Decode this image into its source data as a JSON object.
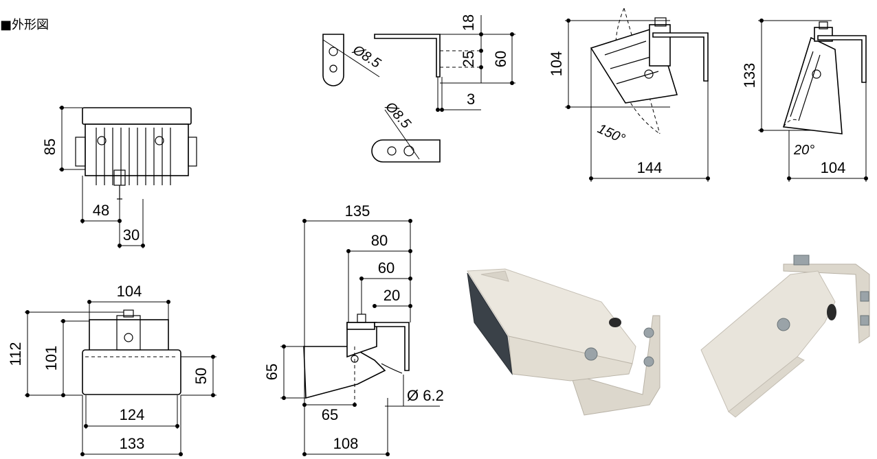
{
  "title": "■外形図",
  "dims": {
    "front_h": "85",
    "front_w1": "48",
    "front_w2": "30",
    "bracket_d1": "Ø8.5",
    "bracket_18": "18",
    "bracket_25": "25",
    "bracket_60": "60",
    "bracket_3": "3",
    "bracket_d2": "Ø8.5",
    "tilt_104": "104",
    "tilt_150": "150°",
    "tilt_144": "144",
    "tilt2_133": "133",
    "tilt2_20": "20°",
    "tilt2_104": "104",
    "top_104": "104",
    "top_112": "112",
    "top_101": "101",
    "top_50": "50",
    "top_124": "124",
    "top_133": "133",
    "side_135": "135",
    "side_80": "80",
    "side_60": "60",
    "side_20": "20",
    "side_65h": "65",
    "side_d62": "Ø 6.2",
    "side_65w": "65",
    "side_108": "108"
  },
  "colors": {
    "housing": "#e6e1d6",
    "lens": "#3a4148",
    "bolt": "#9aa3a8"
  }
}
